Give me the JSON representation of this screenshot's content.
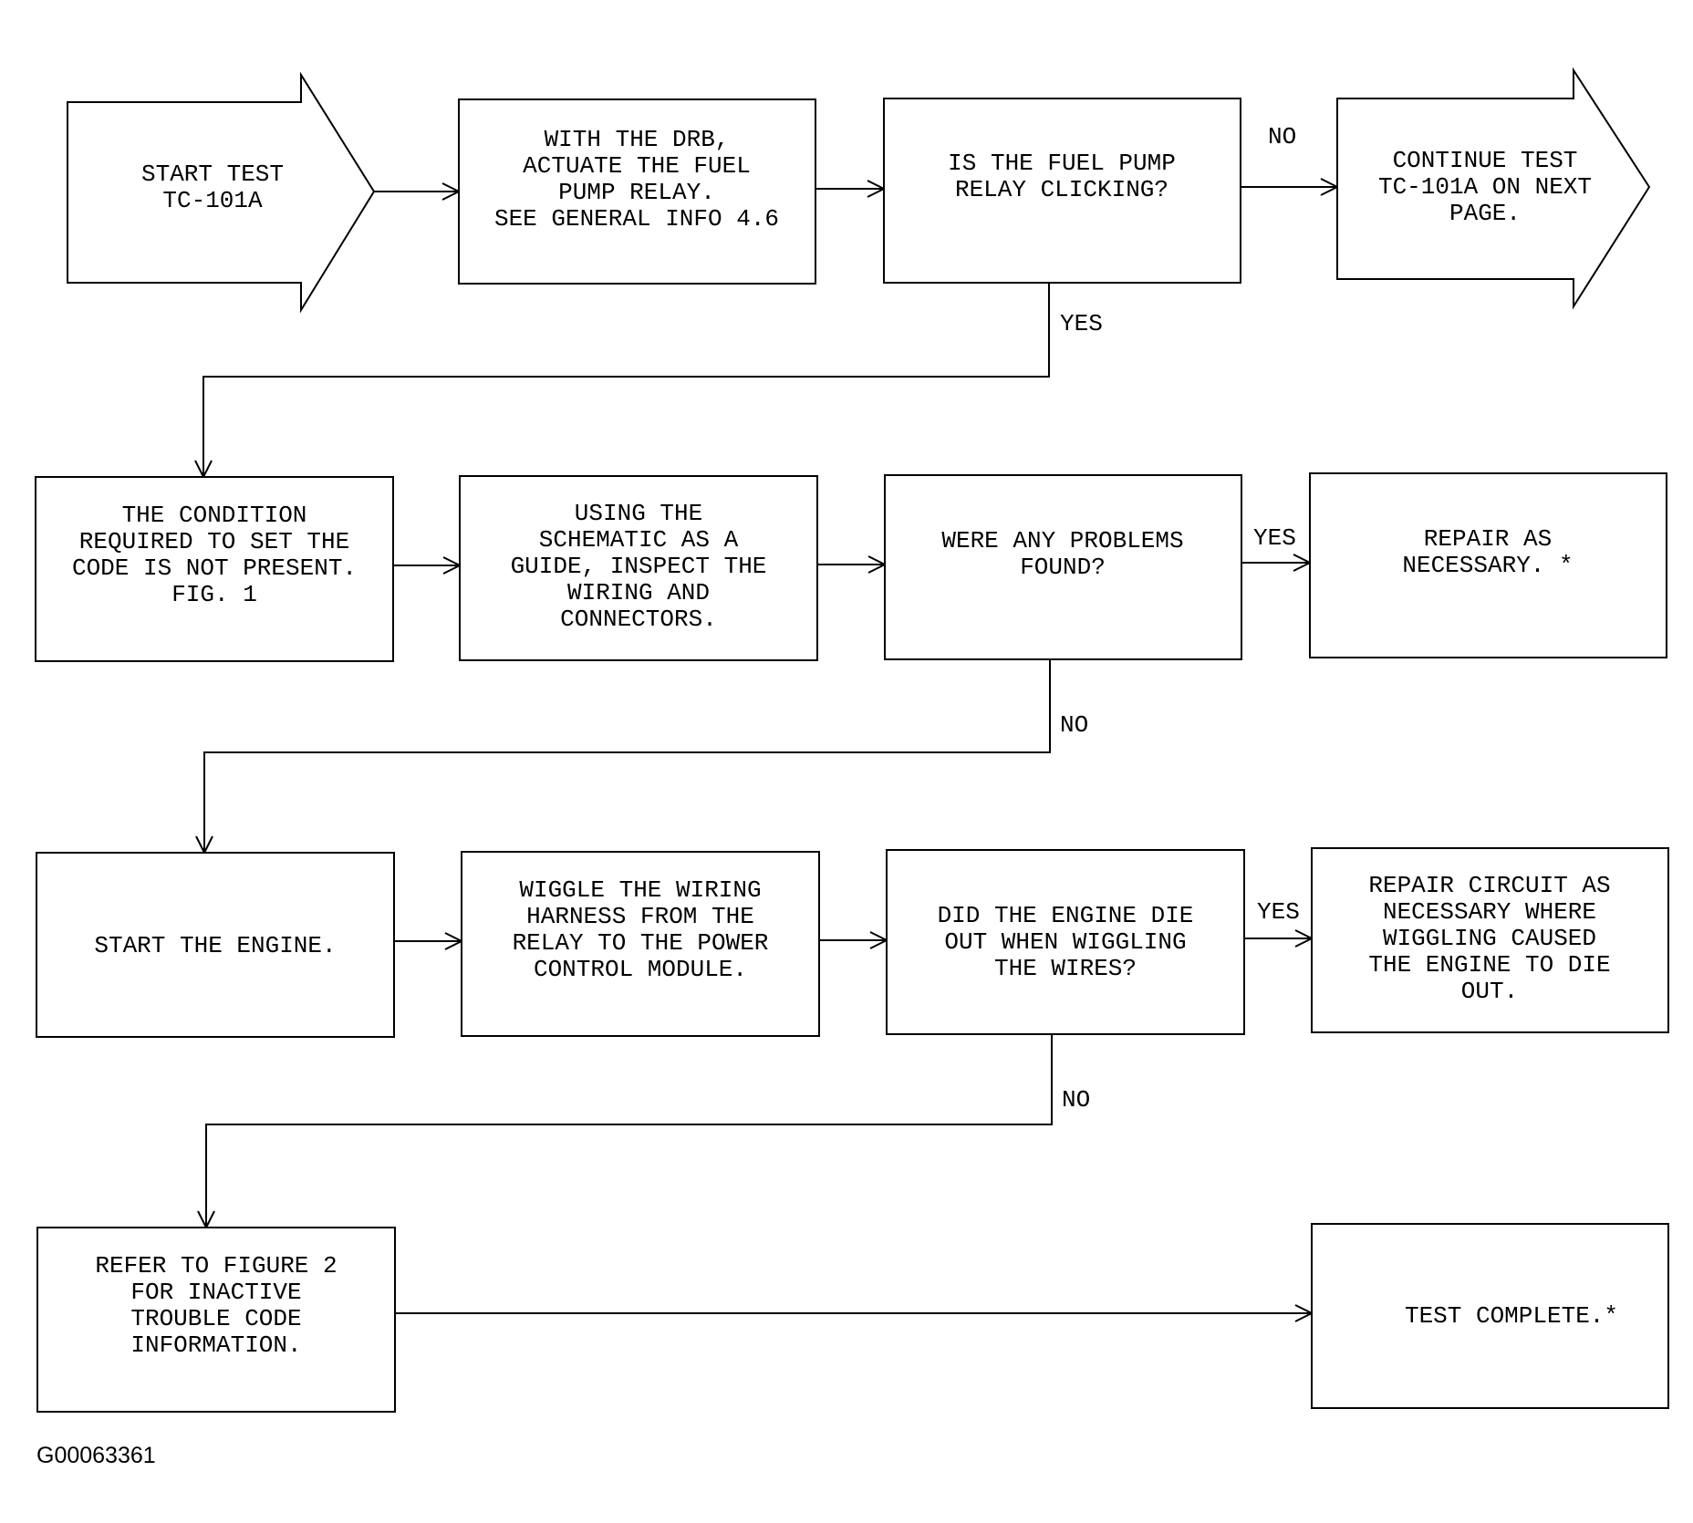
{
  "figure_id": "G00063361",
  "colors": {
    "ink": "#000000",
    "paper": "#ffffff"
  },
  "nodes": {
    "start": {
      "lines": [
        "START TEST",
        "TC-101A"
      ]
    },
    "actuate": {
      "lines": [
        "WITH THE DRB,",
        "ACTUATE THE FUEL",
        "PUMP RELAY.",
        "",
        "SEE GENERAL INFO 4.6"
      ]
    },
    "relay_clicking": {
      "lines": [
        "IS THE FUEL PUMP",
        "RELAY CLICKING?"
      ]
    },
    "continue_test": {
      "lines": [
        "CONTINUE TEST",
        "TC-101A ON NEXT",
        "PAGE."
      ]
    },
    "condition_not_present": {
      "lines": [
        "THE CONDITION",
        "REQUIRED TO SET THE",
        "CODE IS NOT PRESENT.",
        "",
        "FIG. 1"
      ]
    },
    "inspect_wiring": {
      "lines": [
        "USING THE",
        "SCHEMATIC AS A",
        "GUIDE, INSPECT THE",
        "WIRING AND",
        "CONNECTORS."
      ]
    },
    "problems_found": {
      "lines": [
        "WERE ANY PROBLEMS",
        "FOUND?"
      ]
    },
    "repair": {
      "lines": [
        "REPAIR AS",
        "NECESSARY. *"
      ]
    },
    "start_engine": {
      "lines": [
        "START THE ENGINE."
      ]
    },
    "wiggle": {
      "lines": [
        "WIGGLE THE WIRING",
        "HARNESS FROM THE",
        "RELAY TO THE POWER",
        "CONTROL MODULE."
      ]
    },
    "engine_die": {
      "lines": [
        "DID THE ENGINE DIE",
        "OUT WHEN WIGGLING",
        "THE WIRES?"
      ]
    },
    "repair_circuit": {
      "lines": [
        "REPAIR CIRCUIT AS",
        "NECESSARY WHERE",
        "WIGGLING CAUSED",
        "THE ENGINE TO DIE",
        "OUT."
      ]
    },
    "refer_fig2": {
      "lines": [
        "REFER TO FIGURE 2",
        "FOR INACTIVE",
        "TROUBLE CODE",
        "INFORMATION."
      ]
    },
    "test_complete": {
      "lines": [
        "TEST COMPLETE.*"
      ]
    }
  },
  "edges": [
    {
      "from": "start",
      "to": "actuate",
      "label": ""
    },
    {
      "from": "actuate",
      "to": "relay_clicking",
      "label": ""
    },
    {
      "from": "relay_clicking",
      "to": "continue_test",
      "label": "NO"
    },
    {
      "from": "relay_clicking",
      "to": "condition_not_present",
      "label": "YES"
    },
    {
      "from": "condition_not_present",
      "to": "inspect_wiring",
      "label": ""
    },
    {
      "from": "inspect_wiring",
      "to": "problems_found",
      "label": ""
    },
    {
      "from": "problems_found",
      "to": "repair",
      "label": "YES"
    },
    {
      "from": "problems_found",
      "to": "start_engine",
      "label": "NO"
    },
    {
      "from": "start_engine",
      "to": "wiggle",
      "label": ""
    },
    {
      "from": "wiggle",
      "to": "engine_die",
      "label": ""
    },
    {
      "from": "engine_die",
      "to": "repair_circuit",
      "label": "YES"
    },
    {
      "from": "engine_die",
      "to": "refer_fig2",
      "label": "NO"
    },
    {
      "from": "refer_fig2",
      "to": "test_complete",
      "label": ""
    }
  ]
}
